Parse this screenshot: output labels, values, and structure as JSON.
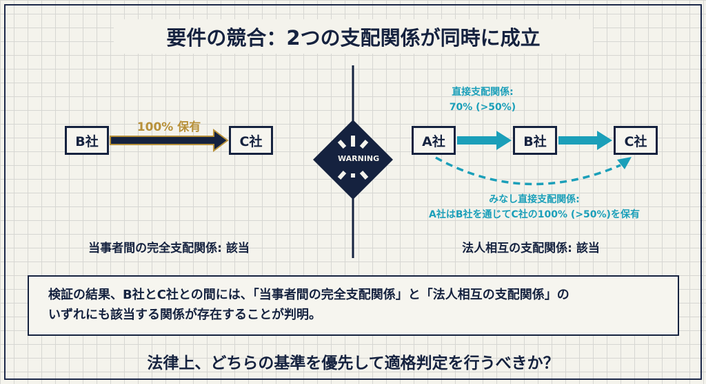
{
  "title": "要件の競合：2つの支配関係が同時に成立",
  "left": {
    "from": "B社",
    "to": "C社",
    "arrow_label": "100% 保有",
    "verdict": "当事者間の完全支配関係: 該当"
  },
  "center": {
    "warning": "WARNING"
  },
  "right": {
    "a": "A社",
    "b": "B社",
    "c": "C社",
    "direct_label_1": "直接支配関係:",
    "direct_label_2": "70% (>50%)",
    "deemed_label_1": "みなし直接支配関係:",
    "deemed_label_2": "A社はB社を通じてC社の100% (>50%)を保有",
    "verdict": "法人相互の支配関係: 該当"
  },
  "result": {
    "line1": "検証の結果、B社とC社との間には、「当事者間の完全支配関係」と「法人相互の支配関係」の",
    "line2": "いずれにも該当する関係が存在することが判明。"
  },
  "question": "法律上、どちらの基準を優先して適格判定を行うべきか？",
  "colors": {
    "navy": "#15223f",
    "gold": "#b8913a",
    "cyan": "#1b9fb9"
  }
}
